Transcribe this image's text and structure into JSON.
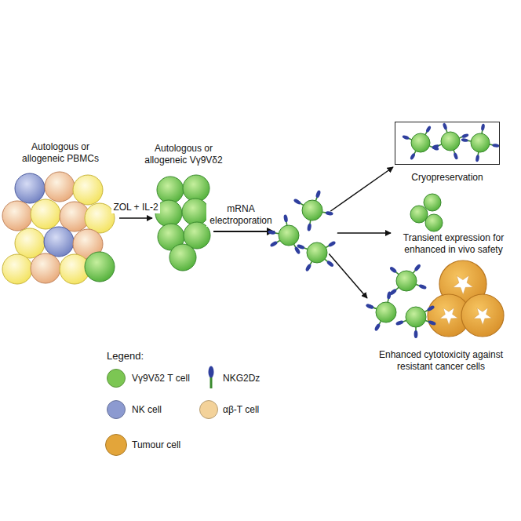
{
  "diagram": {
    "nodes": [
      {
        "text": [
          "Autologous or allogeneic PBMCs"
        ]
      },
      {
        "text": [
          "Autologous or allogeneic Vγ9Vδ2"
        ]
      },
      {
        "text": [
          "Cryopreservation"
        ]
      },
      {
        "text": [
          "Transient expression for enhanced in vivo safety"
        ]
      },
      {
        "text": [
          "Enhanced cytotoxicity against resistant cancer cells"
        ]
      }
    ],
    "edges": [
      {
        "from": 0,
        "to": 1,
        "arrow": "to",
        "label": "ZOL + IL-2"
      },
      {
        "from": 1,
        "to": 2,
        "arrow": "to"
      },
      {
        "from": 1,
        "to": 3,
        "arrow": "to",
        "label": "mRNA electroporation"
      },
      {
        "from": 1,
        "to": 4,
        "arrow": "to"
      }
    ],
    "labels": [
      "Legend:"
    ],
    "legend": [
      {
        "text": "Vγ9Vδ2 T cell",
        "color": "#7cc653"
      },
      {
        "text": "NKG2Dz"
      },
      {
        "text": "NK cell",
        "color": "#8c9ad0"
      },
      {
        "text": "αβ-T cell",
        "color": "#f3d29a"
      },
      {
        "text": "Tumour cell",
        "color": "#e3a53a"
      }
    ]
  }
}
